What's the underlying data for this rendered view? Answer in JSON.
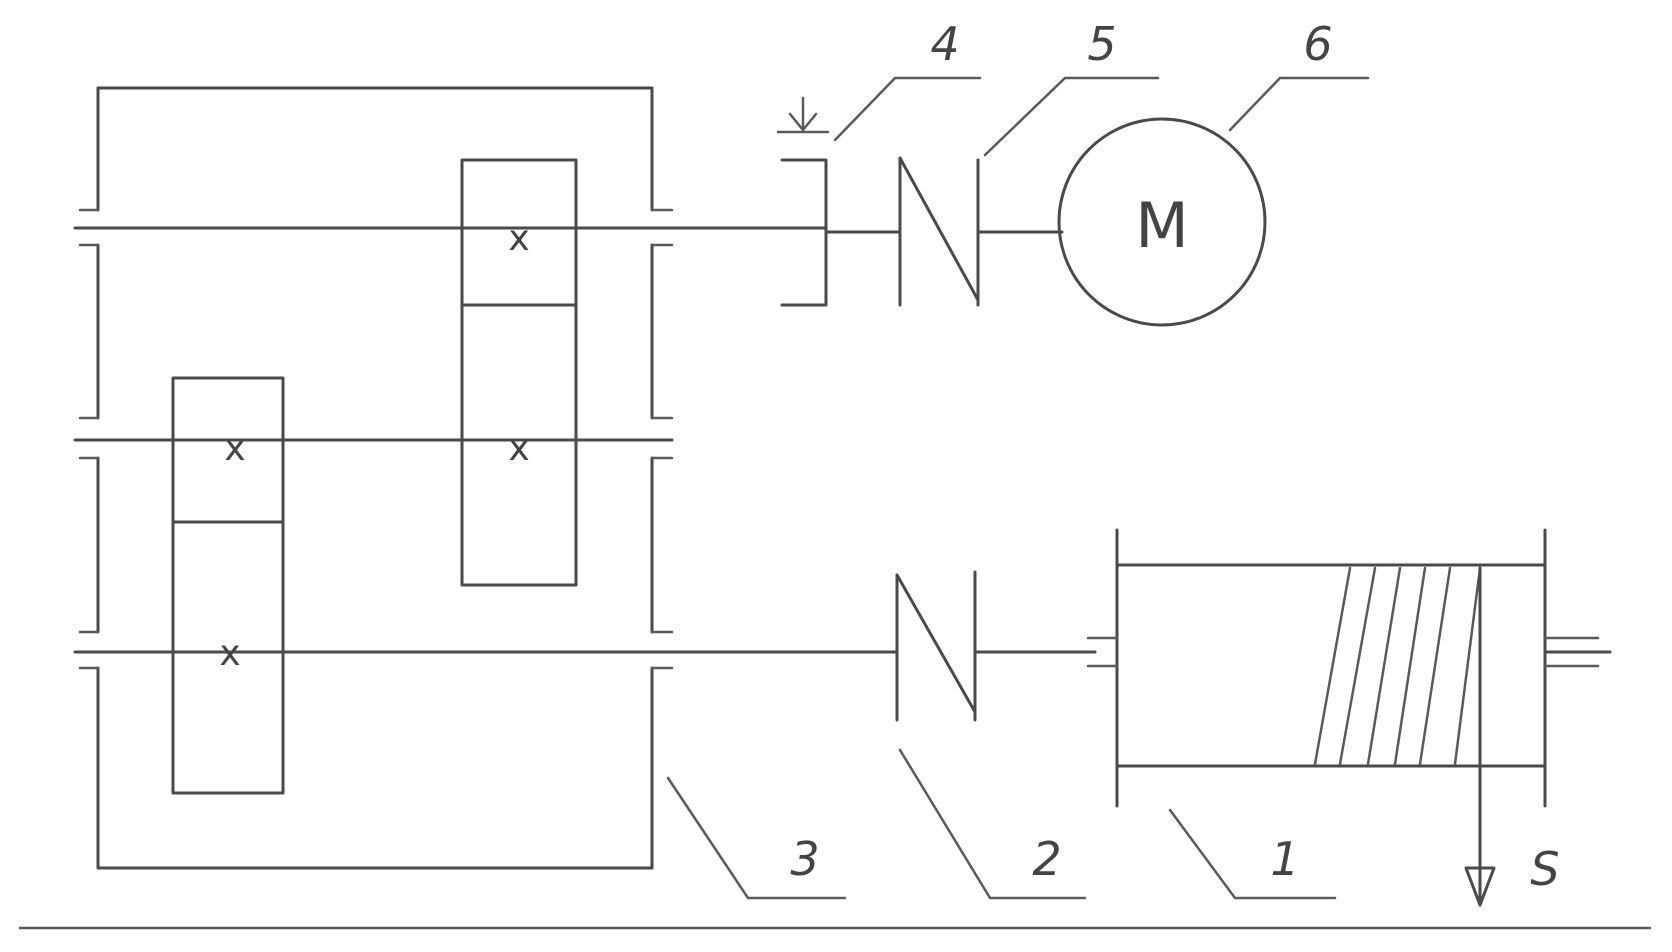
{
  "labels": {
    "drum": "1",
    "coupling_low": "2",
    "gearbox": "3",
    "brake": "4",
    "coupling_high": "5",
    "motor_ref": "6",
    "rope_load": "S"
  },
  "motor_symbol": "M",
  "gear_marks": {
    "g1": "x",
    "g2": "x",
    "g3": "x",
    "g4": "x"
  }
}
